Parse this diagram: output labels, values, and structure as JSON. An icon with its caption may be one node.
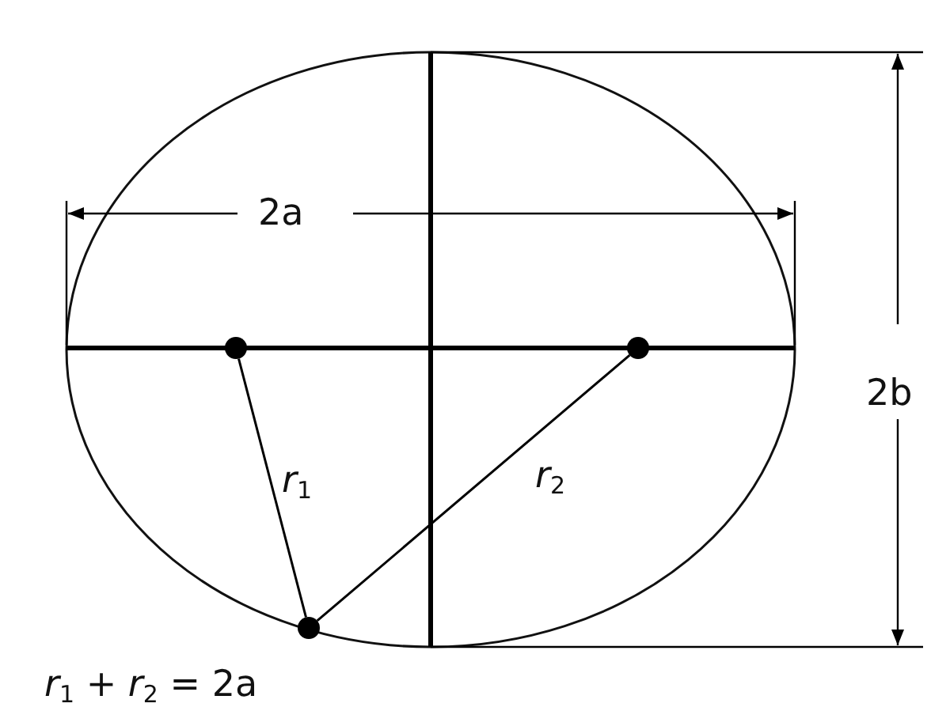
{
  "diagram": {
    "nodes": [
      {
        "text": [],
        "shape": "circle"
      },
      {
        "text": [],
        "shape": "circle"
      },
      {
        "text": [],
        "shape": "circle"
      }
    ],
    "edges": [
      {
        "from": 0,
        "to": 2,
        "arrow": "none",
        "label": "*r*$_{1}$"
      },
      {
        "from": 1,
        "to": 2,
        "arrow": "none",
        "label": "*r*$_{2}$"
      }
    ],
    "labels": [
      "2a",
      "2b",
      "*r*$_{1}$ + *r*$_{2}$ = 2a"
    ]
  }
}
